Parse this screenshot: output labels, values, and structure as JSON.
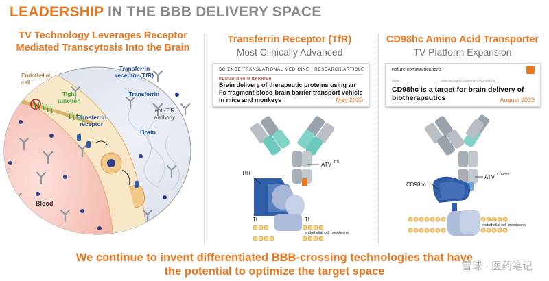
{
  "slide": {
    "title_accent": "LEADERSHIP",
    "title_rest": " IN THE BBB DELIVERY SPACE"
  },
  "left_panel": {
    "heading_line1": "TV Technology Leverages Receptor",
    "heading_line2": "Mediated Transcytosis Into the Brain",
    "labels": {
      "endothelial_cell_1": "Endothelial",
      "endothelial_cell_2": "cell",
      "tight_junction_1": "Tight",
      "tight_junction_2": "junction",
      "transferrin_receptor_1": "Transferrin",
      "transferrin_receptor_2": "receptor",
      "transferrin_receptor_tfr_1": "Transferrin",
      "transferrin_receptor_tfr_2": "receptor (TfR)",
      "transferrin": "Transferrin",
      "anti_tfr_1": "anti-TfR",
      "anti_tfr_2": "antibody",
      "brain": "Brain",
      "blood": "Blood"
    }
  },
  "middle_panel": {
    "heading": "Transferrin Receptor (TfR)",
    "subheading": "Most Clinically Advanced",
    "card": {
      "journal": "SCIENCE TRANSLATIONAL MEDICINE",
      "separator": "|",
      "section": "RESEARCH ARTICLE",
      "kicker": "BLOOD-BRAIN BARRIER",
      "paper_title": "Brain delivery of therapeutic proteins using an Fc fragment blood-brain barrier transport vehicle in mice and monkeys",
      "date": "May 2020"
    },
    "labels": {
      "atv": "ATV",
      "atv_sup": "TfR",
      "tfr": "TfR",
      "tf_left": "Tf",
      "tf_right": "Tf",
      "membrane": "endothelial cell membrane"
    }
  },
  "right_panel": {
    "heading": "CD98hc Amino Acid Transporter",
    "subheading": "TV Platform Expansion",
    "card": {
      "journal": "nature communications",
      "kicker": "Article",
      "link": "https://doi.org/10.1038/s41467-023-39907-6",
      "paper_title": "CD98hc is a target for brain delivery of biotherapeutics",
      "date": "August 2023"
    },
    "labels": {
      "atv": "ATV",
      "atv_sup": "CD98hc",
      "cd98hc": "CD98hc",
      "membrane": "endothelial cell membrane"
    }
  },
  "bottom": {
    "line1": "We continue to invent differentiated BBB-crossing technologies that have",
    "line2": "the potential to optimize the target space"
  },
  "watermark": "雪球 · 医药笔记",
  "colors": {
    "accent": "#e87722",
    "title_gray": "#8a8a8a",
    "label_blue": "#1f4e99",
    "junction_green": "#3ca63c",
    "antibody_gray": "#9aa3ab",
    "antibody_teal": "#6dc9bd",
    "tfr_blue": "#2f5fa8",
    "membrane_gold": "#e0b25a"
  }
}
